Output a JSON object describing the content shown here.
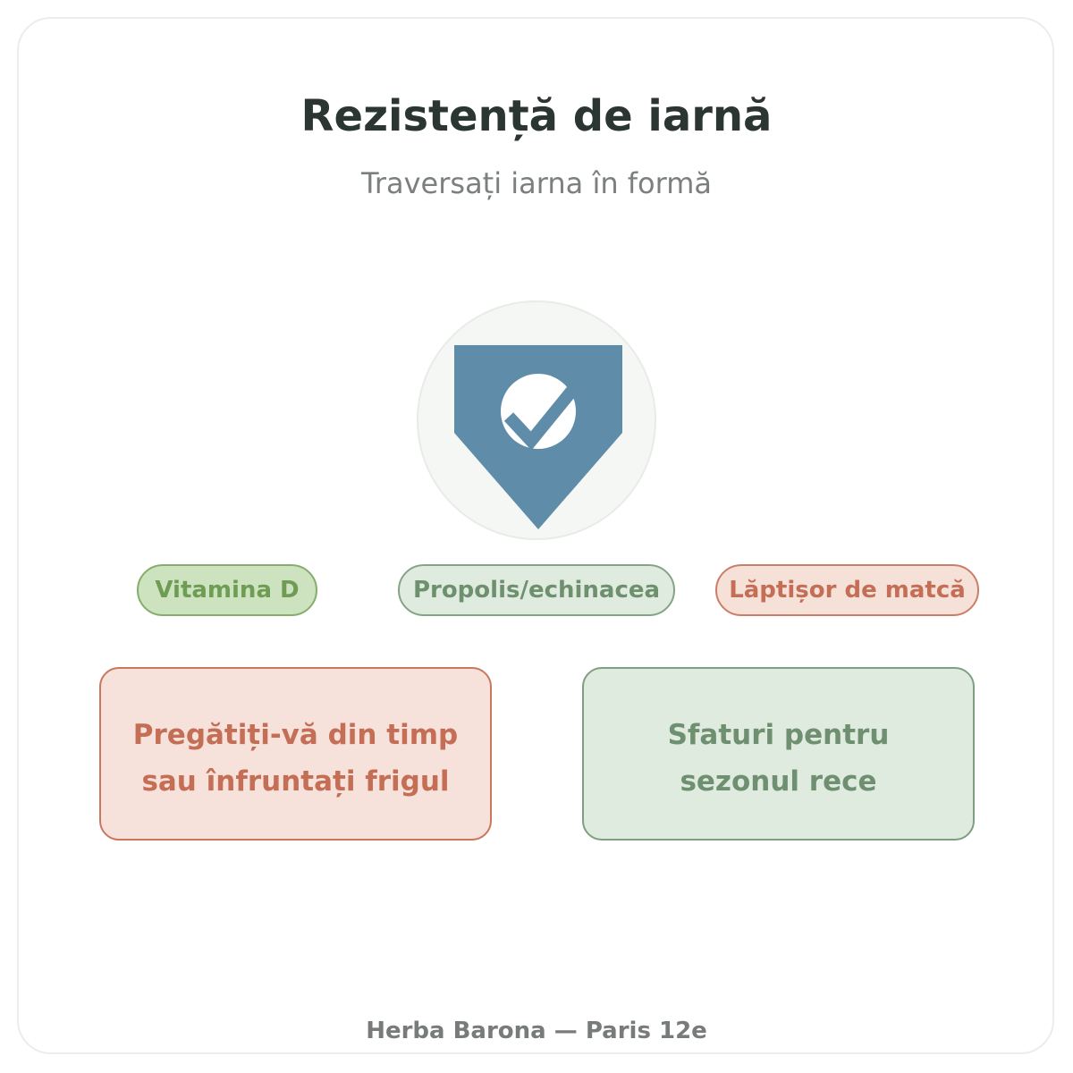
{
  "header": {
    "title": "Rezistență de iarnă",
    "subtitle": "Traversați iarna în formă"
  },
  "emblem": {
    "icon": "shield-check-icon",
    "color": "#5f8ca8"
  },
  "tags": [
    {
      "label": "Vitamina D",
      "color": "#6f9c55"
    },
    {
      "label": "Propolis/echinacea",
      "color": "#6f906f"
    },
    {
      "label": "Lăptișor de matcă",
      "color": "#c46e56"
    }
  ],
  "boxes": [
    {
      "line1": "Pregătiți-vă din timp",
      "line2": "sau înfruntați frigul",
      "color": "#c46e56"
    },
    {
      "line1": "Sfaturi pentru",
      "line2": "sezonul rece",
      "color": "#6e8f70"
    }
  ],
  "footer": {
    "text": "Herba Barona — Paris 12e"
  }
}
